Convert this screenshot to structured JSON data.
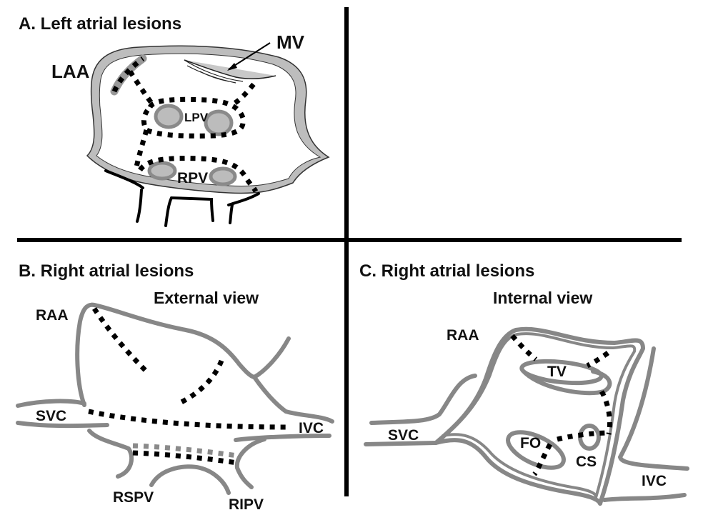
{
  "figure": {
    "panels": [
      {
        "id": "A",
        "title": "A. Left atrial lesions",
        "labels": {
          "laa": "LAA",
          "mv": "MV",
          "lpv": "LPV",
          "rpv": "RPV"
        }
      },
      {
        "id": "B",
        "title": "B. Right atrial lesions",
        "subtitle": "External view",
        "labels": {
          "raa": "RAA",
          "svc": "SVC",
          "ivc": "IVC",
          "rspv": "RSPV",
          "ripv": "RIPV"
        }
      },
      {
        "id": "C",
        "title": "C. Right atrial lesions",
        "subtitle": "Internal view",
        "labels": {
          "raa": "RAA",
          "tv": "TV",
          "svc": "SVC",
          "fo": "FO",
          "cs": "CS",
          "ivc": "IVC"
        }
      }
    ],
    "legend_colors": {
      "lesion_line": "#000000",
      "anatomy_outline": "#878787",
      "atrial_wall_fill": "#bdbdbd"
    }
  }
}
